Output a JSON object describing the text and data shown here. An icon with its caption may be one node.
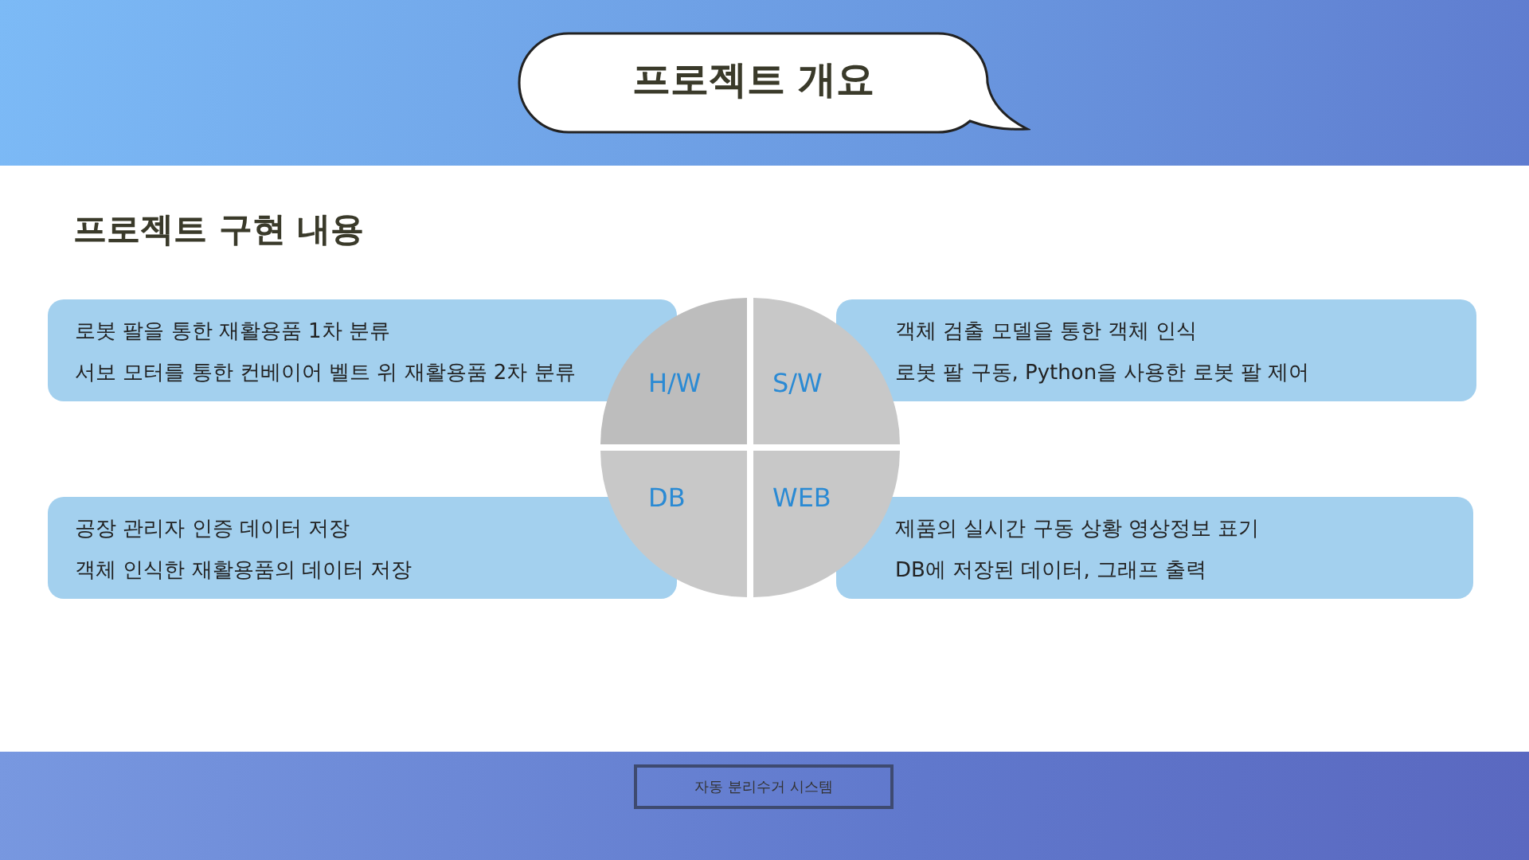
{
  "diagram": {
    "nodes": [
      {
        "text": [
          "프로젝트 개요"
        ]
      },
      {
        "text": [
          "로봇 팔을 통한 재활용품 1차 분류",
          "서보 모터를 통한 컨베이어 벨트 위 재활용품 2차 분류"
        ]
      },
      {
        "text": [
          "H/W"
        ]
      },
      {
        "text": [
          "S/W"
        ]
      },
      {
        "text": [
          "객체 검출 모델을 통한 객체 인식",
          "로봇 팔 구동, Python을 사용한 로봇 팔 제어"
        ]
      },
      {
        "text": [
          "공장 관리자 인증 데이터 저장",
          "객체 인식한 재활용품의 데이터 저장"
        ]
      },
      {
        "text": [
          "DB"
        ]
      },
      {
        "text": [
          "WEB"
        ]
      },
      {
        "text": [
          "제품의 실시간 구동 상황 영상정보 표기",
          "DB에 저장된 데이터, 그래프 출력"
        ]
      },
      {
        "text": [
          "자동 분리수거 시스템"
        ]
      }
    ],
    "labels": [
      "프로젝트 구현 내용"
    ]
  }
}
